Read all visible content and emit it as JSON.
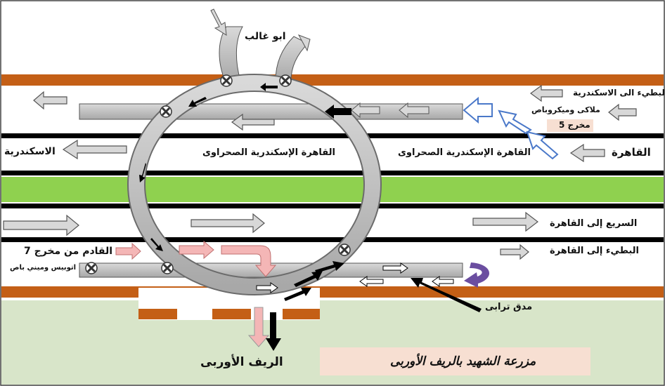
{
  "labels": {
    "abu_ghaleb": "ابو غالب",
    "slow_to_alex": "البطيء الى الاسكندرية",
    "microbus": "ملاكى وميكروباص",
    "exit5": "مخرج 5",
    "cairo_right": "القاهرة",
    "alex_left": "الاسكندرية",
    "desert_road_left": "القاهرة الإسكندرية الصحراوى",
    "desert_road_right": "القاهرة الإسكندرية الصحراوى",
    "fast_to_cairo": "السريع إلى القاهرة",
    "slow_to_cairo": "البطيء إلى القاهرة",
    "from_exit7": "القادم من مخرج 7",
    "bus_minibus": "اتوبيس وميني باص",
    "dirt_ramp": "مدق ترابى",
    "european_countryside": "الريف الأوربى",
    "shaheed_farm": "مزرعة الشهيد بالريف الأوربى"
  },
  "colors": {
    "orange_band": "#c45f16",
    "black_line": "#000000",
    "green_median": "#8fd14f",
    "farm_area": "#d8e5c9",
    "farm_label_bg": "#f7dfd2",
    "ring_gray": "#c9c9c9",
    "pink_arrow": "#f4b6b6",
    "blue_arrow": "#4a78c9",
    "purple_uturn": "#6b4ea0"
  }
}
